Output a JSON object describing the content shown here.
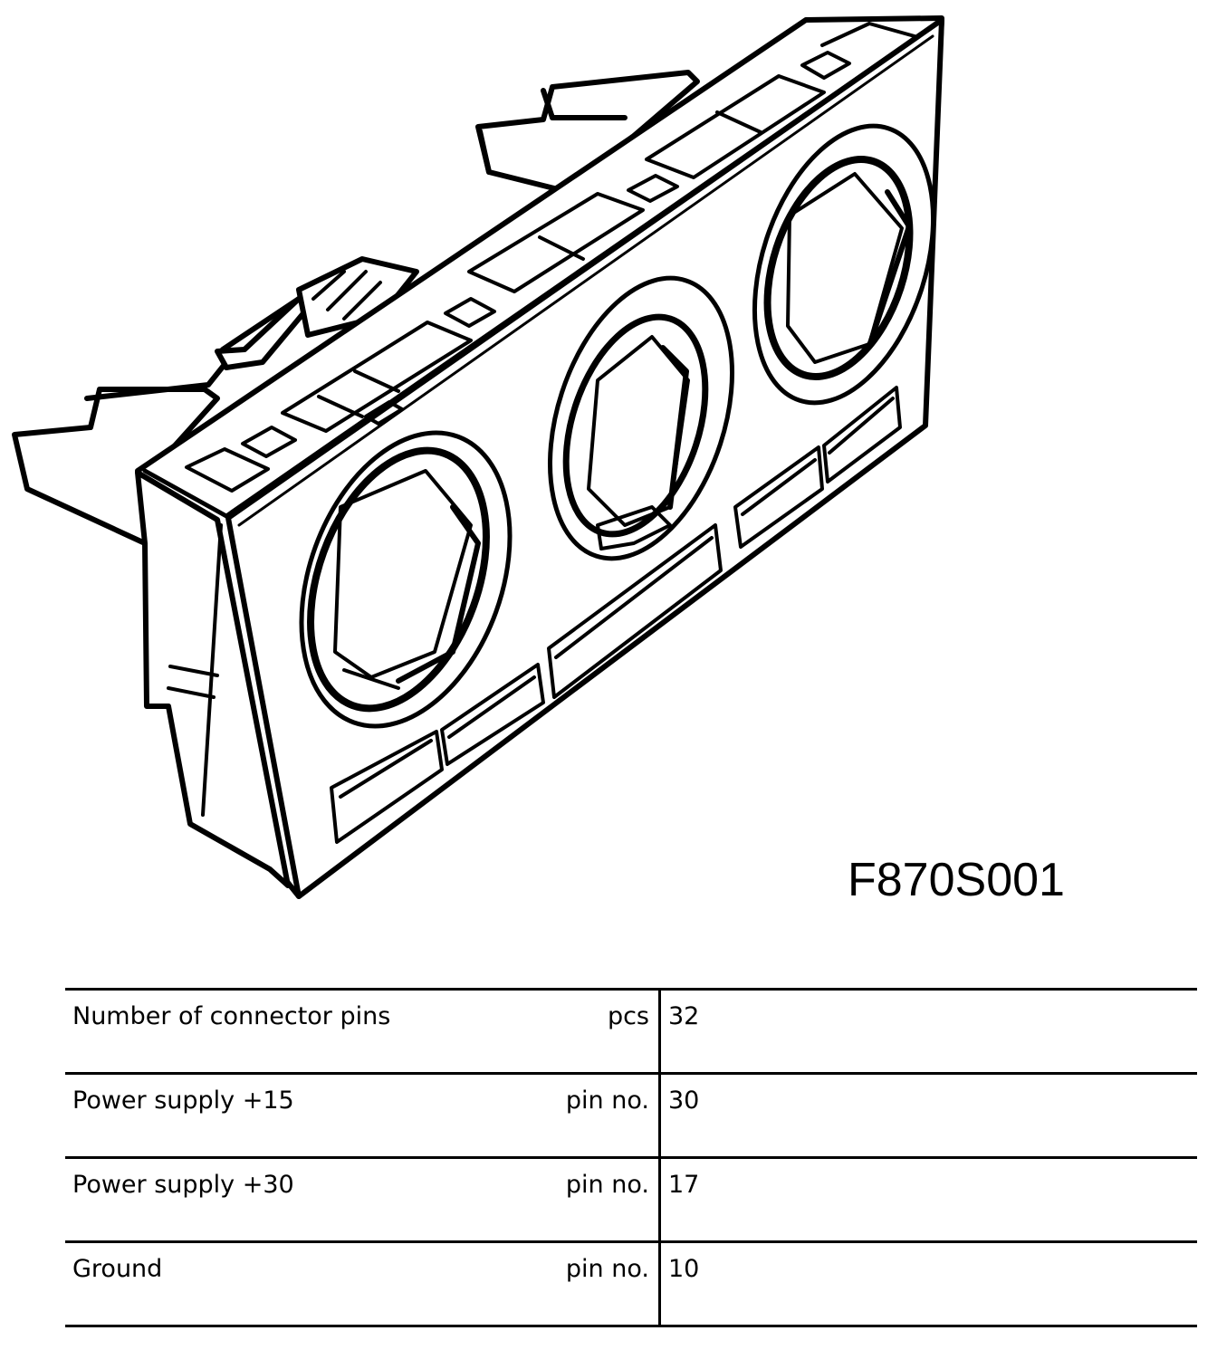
{
  "figure": {
    "id_label": "F870S001",
    "subject": "climate-control-panel"
  },
  "spec_table": {
    "rows": [
      {
        "label": "Number of connector pins",
        "unit": "pcs",
        "value": "32"
      },
      {
        "label": "Power supply +15",
        "unit": "pin no.",
        "value": "30"
      },
      {
        "label": "Power supply +30",
        "unit": "pin no.",
        "value": "17"
      },
      {
        "label": "Ground",
        "unit": "pin no.",
        "value": "10"
      }
    ]
  }
}
